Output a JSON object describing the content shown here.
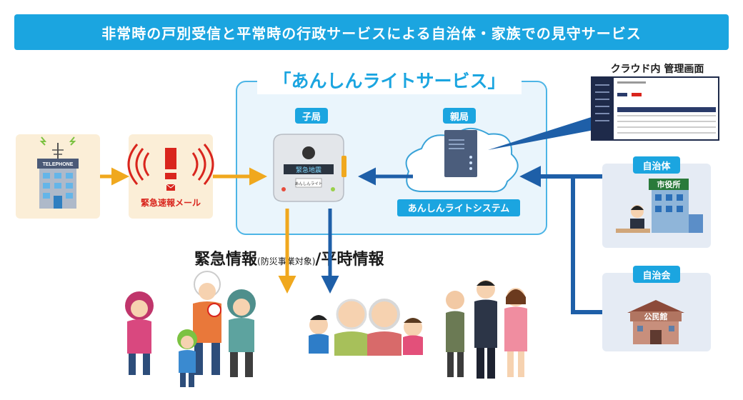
{
  "banner": {
    "title": "非常時の戸別受信と平常時の行政サービスによる自治体・家族での見守サービス"
  },
  "service": {
    "title": "「あんしんライトサービス」",
    "child_label": "子局",
    "parent_label": "親局",
    "system_label": "あんしんライトシステム"
  },
  "cloud": {
    "title": "クラウド内 管理画面"
  },
  "alert": {
    "telephone_sign": "TELEPHONE",
    "mail_label": "緊急速報メール"
  },
  "device": {
    "led_text": "緊急地震",
    "brand": "あんしんライト"
  },
  "sources": {
    "city_label": "自治体",
    "city_sign": "市役所",
    "assoc_label": "自治会",
    "assoc_sign": "公民館"
  },
  "info": {
    "emergency": "緊急情報",
    "emergency_note": "(防災事業対象)",
    "separator": "/",
    "normal": "平時情報"
  },
  "colors": {
    "blue": "#1ba5e0",
    "dark_blue": "#1e5fa8",
    "orange": "#f0a81e",
    "red": "#d9251d"
  }
}
